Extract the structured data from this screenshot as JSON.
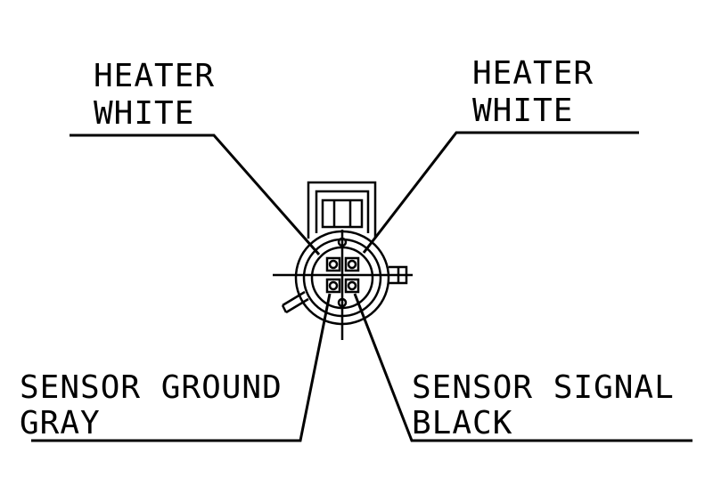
{
  "labels": {
    "top_left": {
      "line1": "HEATER",
      "line2": "WHITE"
    },
    "top_right": {
      "line1": "HEATER",
      "line2": "WHITE"
    },
    "bottom_left": {
      "line1": "SENSOR GROUND",
      "line2": "GRAY"
    },
    "bottom_right": {
      "line1": "SENSOR SIGNAL",
      "line2": "BLACK"
    }
  },
  "colors": {
    "ink": "#000000",
    "background": "#ffffff"
  }
}
